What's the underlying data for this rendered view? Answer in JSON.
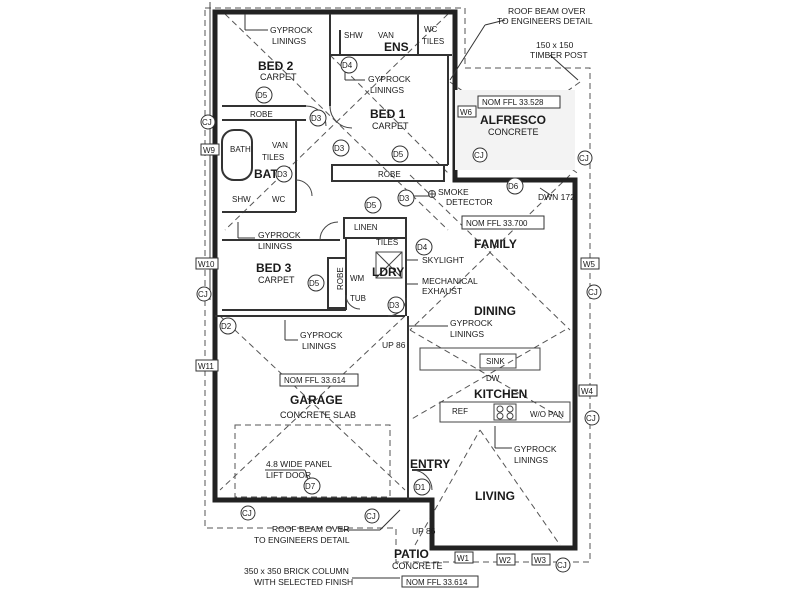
{
  "notes": {
    "roof_beam_top_1": "ROOF BEAM OVER",
    "roof_beam_top_2": "TO ENGINEERS DETAIL",
    "timber_post_1": "150 x 150",
    "timber_post_2": "TIMBER POST",
    "dwn": "DWN 172",
    "smoke_1": "SMOKE",
    "smoke_2": "DETECTOR",
    "skylight": "SKYLIGHT",
    "mech_1": "MECHANICAL",
    "mech_2": "EXHAUST",
    "up86_dining": "UP 86",
    "up86_entry": "UP 86",
    "roof_beam_bottom_1": "ROOF BEAM OVER",
    "roof_beam_bottom_2": "TO ENGINEERS DETAIL",
    "brick_col_1": "350 x 350 BRICK COLUMN",
    "brick_col_2": "WITH SELECTED FINISH",
    "panel_door_1": "4.8 WIDE PANEL",
    "panel_door_2": "LIFT DOOR"
  },
  "linings": {
    "bed2": [
      "GYPROCK",
      "LININGS"
    ],
    "bed1": [
      "GYPROCK",
      "LININGS"
    ],
    "bed3": [
      "GYPROCK",
      "LININGS"
    ],
    "garage": [
      "GYPROCK",
      "LININGS"
    ],
    "dining": [
      "GYPROCK",
      "LININGS"
    ],
    "kitchen": [
      "GYPROCK",
      "LININGS"
    ]
  },
  "rooms": {
    "bed2": {
      "name": "BED 2",
      "floor": "CARPET"
    },
    "bed1": {
      "name": "BED 1",
      "floor": "CARPET"
    },
    "bed3": {
      "name": "BED 3",
      "floor": "CARPET"
    },
    "ens": {
      "name": "ENS"
    },
    "bath": {
      "name": "BATH"
    },
    "ldry": {
      "name": "LDRY"
    },
    "alfresco": {
      "name": "ALFRESCO",
      "floor": "CONCRETE"
    },
    "family": {
      "name": "FAMILY"
    },
    "dining": {
      "name": "DINING"
    },
    "kitchen": {
      "name": "KITCHEN"
    },
    "garage": {
      "name": "GARAGE",
      "floor": "CONCRETE SLAB"
    },
    "entry": {
      "name": "ENTRY"
    },
    "living": {
      "name": "LIVING"
    },
    "patio": {
      "name": "PATIO",
      "floor": "CONCRETE"
    }
  },
  "ffl": {
    "alfresco": "NOM FFL 33.528",
    "family": "NOM FFL 33.700",
    "garage": "NOM FFL 33.614",
    "patio": "NOM FFL 33.614"
  },
  "fixtures": {
    "shw_ens": "SHW",
    "van_ens": "VAN",
    "tiles_ens": "TILES",
    "wc_ens": "WC",
    "robe_bed2": "ROBE",
    "robe_bed1": "ROBE",
    "robe_bed3": "ROBE",
    "bath_tub": "BATH",
    "van_bath": "VAN",
    "tiles_bath": "TILES",
    "shw_bath": "SHW",
    "wc_bath": "WC",
    "linen": "LINEN",
    "tiles_ldry": "TILES",
    "wm": "WM",
    "tub": "TUB",
    "sink": "SINK",
    "dw": "DW",
    "ref": "REF",
    "wo": "W/O",
    "pan": "PAN"
  },
  "doors": {
    "d5_bed2": "D5",
    "d4_ens": "D4",
    "d3_bed2": "D3",
    "d3_bath": "D3",
    "d3_bath2": "D3",
    "d5_bed1": "D5",
    "d5_hall": "D5",
    "d3_hall": "D3",
    "d4_ldry": "D4",
    "d5_bed3": "D5",
    "d3_ldry": "D3",
    "d2_garage": "D2",
    "d7_garage": "D7",
    "d1_entry": "D1",
    "d6_alfresco": "D6"
  },
  "windows": {
    "w9": "W9",
    "w10": "W10",
    "w11": "W11",
    "w6": "W6",
    "w5": "W5",
    "w4": "W4",
    "w1": "W1",
    "w2": "W2",
    "w3": "W3"
  },
  "cj": {
    "cj1": "CJ",
    "cj2": "CJ",
    "cj3": "CJ",
    "cj4": "CJ",
    "cj5": "CJ",
    "cj6": "CJ",
    "cj7": "CJ",
    "cj8": "CJ",
    "cj9": "CJ"
  }
}
